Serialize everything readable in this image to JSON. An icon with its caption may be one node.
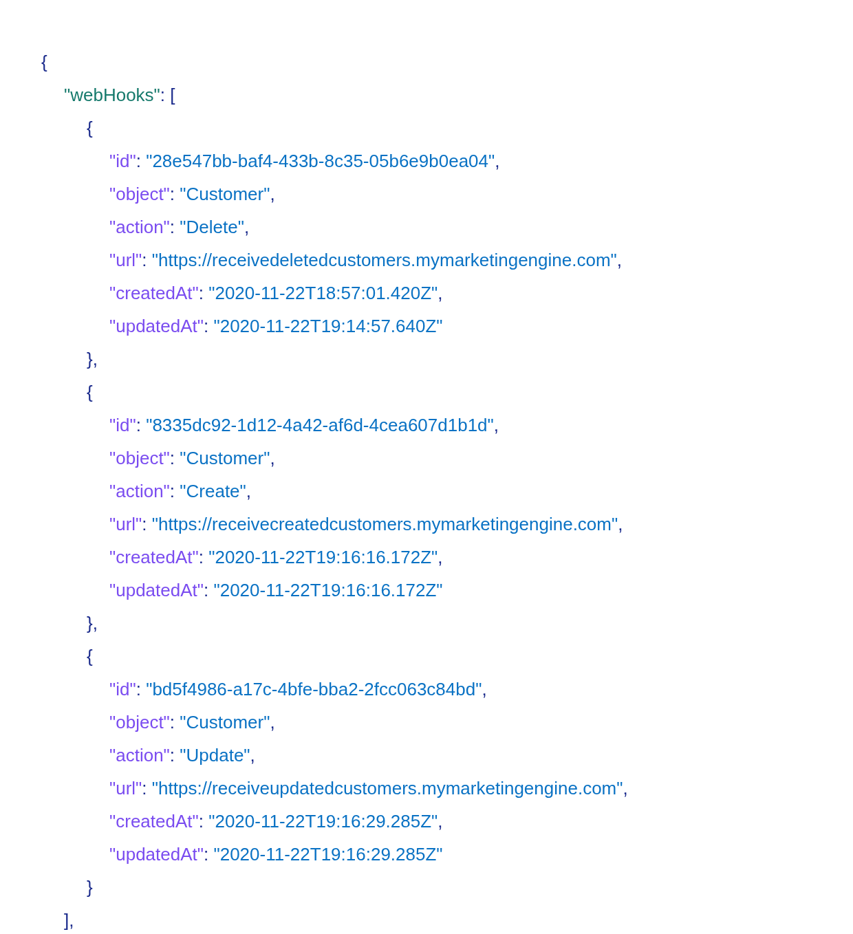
{
  "diagram": {
    "labels": [
      "{",
      "\"webHooks\": [",
      "{",
      "\"id\": \"28e547bb-baf4-433b-8c35-05b6e9b0ea04\",",
      "\"object\": \"Customer\",",
      "\"action\": \"Delete\",",
      "\"url\": \"https://receivedeletedcustomers.mymarketingengine.com\",",
      "\"createdAt\": \"2020-11-22T18:57:01.420Z\",",
      "\"updatedAt\": \"2020-11-22T19:14:57.640Z\"",
      "},",
      "{",
      "\"id\": \"8335dc92-1d12-4a42-af6d-4cea607d1b1d\",",
      "\"object\": \"Customer\",",
      "\"action\": \"Create\",",
      "\"url\": \"https://receivecreatedcustomers.mymarketingengine.com\",",
      "\"createdAt\": \"2020-11-22T19:16:16.172Z\",",
      "\"updatedAt\": \"2020-11-22T19:16:16.172Z\"",
      "},",
      "{",
      "\"id\": \"bd5f4986-a17c-4bfe-bba2-2fcc063c84bd\",",
      "\"object\": \"Customer\",",
      "\"action\": \"Update\",",
      "\"url\": \"https://receiveupdatedcustomers.mymarketingengine.com\",",
      "\"createdAt\": \"2020-11-22T19:16:29.285Z\",",
      "\"updatedAt\": \"2020-11-22T19:16:29.285Z\"",
      "}",
      "],"
    ]
  }
}
